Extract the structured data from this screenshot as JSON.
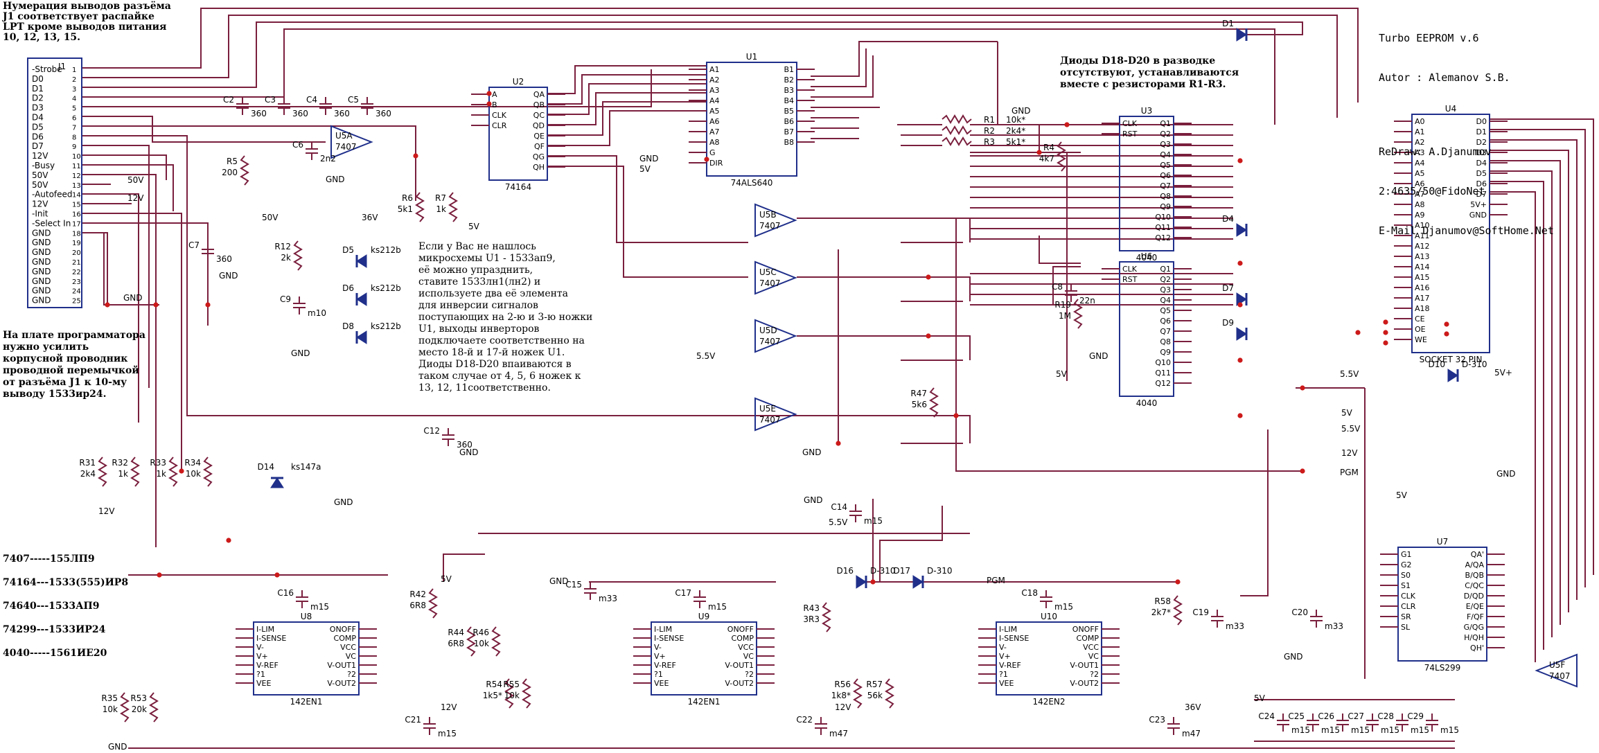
{
  "header": {
    "title": "Turbo EEPROM v.6",
    "author": "Autor : Alemanov S.B.",
    "redraw": "ReDraw: A.Djanumov",
    "fidonet": "2:4635/50@FidoNet",
    "email": "E-Mail Djanumov@SoftHome.Net"
  },
  "notes": {
    "pin_numbering": "Нумерация выводов разъёма\nJ1 соответствует распайке\nLPT кроме выводов питания\n10, 12, 13, 15.",
    "diodes_absent": "Диоды D18-D20 в разводке\nотсутствуют, устанавливаются\nвместе с резисторами R1-R3.",
    "board_wire": "На плате программатора\nнужно усилить\nкорпусной проводник\nпроводной перемычкой\nот разъёма J1 к 10-му\nвыводу 1533ир24.",
    "simplify": "Если у Вас не нашлось\nмикросхемы U1 - 1533ап9,\nеё можно упразднить,\nставите 1533лн1(лн2) и\nиспользуете два её элемента\nдля инверсии сигналов\nпоступающих на 2-ю и 3-ю ножки\nU1, выходы инверторов\nподключаете соответственно на\nместо 18-й и 17-й ножек U1.\nДиоды D18-D20 впаиваются в\nтаком случае от 4, 5, 6 ножек к\n13, 12, 11соответственно.",
    "equivalents": [
      "7407-----155ЛП9",
      "74164---1533(555)ИР8",
      "74640---1533АП9",
      "74299---1533ИР24",
      "4040-----1561ИЕ20"
    ]
  },
  "connector": {
    "ref": "J1",
    "pins": [
      "-Strobe",
      "D0",
      "D1",
      "D2",
      "D3",
      "D4",
      "D5",
      "D6",
      "D7",
      "12V",
      "-Busy",
      "50V",
      "50V",
      "-Autofeed",
      "12V",
      "-Init",
      "-Select In",
      "GND",
      "GND",
      "GND",
      "GND",
      "GND",
      "GND",
      "GND",
      "GND"
    ]
  },
  "chips": {
    "u2": {
      "ref": "U2",
      "type": "74164",
      "left": [
        "A",
        "B",
        "CLK",
        "CLR"
      ],
      "right": [
        "QA",
        "QB",
        "QC",
        "QD",
        "QE",
        "QF",
        "QG",
        "QH"
      ]
    },
    "u1": {
      "ref": "U1",
      "type": "74ALS640",
      "left": [
        "A1",
        "A2",
        "A3",
        "A4",
        "A5",
        "A6",
        "A7",
        "A8",
        "G",
        "DIR"
      ],
      "right": [
        "B1",
        "B2",
        "B3",
        "B4",
        "B5",
        "B6",
        "B7",
        "B8"
      ]
    },
    "u3": {
      "ref": "U3",
      "type": "4040",
      "left": [
        "CLK",
        "RST"
      ],
      "right": [
        "Q1",
        "Q2",
        "Q3",
        "Q4",
        "Q5",
        "Q6",
        "Q7",
        "Q8",
        "Q9",
        "Q10",
        "Q11",
        "Q12"
      ]
    },
    "u6": {
      "ref": "U6",
      "type": "4040",
      "left": [
        "CLK",
        "RST"
      ],
      "right": [
        "Q1",
        "Q2",
        "Q3",
        "Q4",
        "Q5",
        "Q6",
        "Q7",
        "Q8",
        "Q9",
        "Q10",
        "Q11",
        "Q12"
      ]
    },
    "u4": {
      "ref": "U4",
      "type": "SOCKET 32 PIN",
      "left": [
        "A0",
        "A1",
        "A2",
        "A3",
        "A4",
        "A5",
        "A6",
        "A7",
        "A8",
        "A9",
        "A10",
        "A11",
        "A12",
        "A13",
        "A14",
        "A15",
        "A16",
        "A17",
        "A18",
        "CE",
        "OE",
        "WE"
      ],
      "right": [
        "D0",
        "D1",
        "D2",
        "D3",
        "D4",
        "D5",
        "D6",
        "D7",
        "5V+",
        "GND"
      ]
    },
    "u7": {
      "ref": "U7",
      "type": "74LS299",
      "left": [
        "G1",
        "G2",
        "S0",
        "S1",
        "CLK",
        "CLR",
        "SR",
        "SL"
      ],
      "right": [
        "QA'",
        "A/QA",
        "B/QB",
        "C/QC",
        "D/QD",
        "E/QE",
        "F/QF",
        "G/QG",
        "H/QH",
        "QH'"
      ]
    },
    "u8": {
      "ref": "U8",
      "type": "142EN1",
      "left": [
        "I-LIM",
        "I-SENSE",
        "V-",
        "V+",
        "V-REF",
        "?1",
        "VEE"
      ],
      "right": [
        "ONOFF",
        "COMP",
        "VCC",
        "VC",
        "V-OUT1",
        "?2",
        "V-OUT2"
      ]
    },
    "u9": {
      "ref": "U9",
      "type": "142EN1",
      "left": [
        "I-LIM",
        "I-SENSE",
        "V-",
        "V+",
        "V-REF",
        "?1",
        "VEE"
      ],
      "right": [
        "ONOFF",
        "COMP",
        "VCC",
        "VC",
        "V-OUT1",
        "?2",
        "V-OUT2"
      ]
    },
    "u10": {
      "ref": "U10",
      "type": "142EN2",
      "left": [
        "I-LIM",
        "I-SENSE",
        "V-",
        "V+",
        "V-REF",
        "?1",
        "VEE"
      ],
      "right": [
        "ONOFF",
        "COMP",
        "VCC",
        "VC",
        "V-OUT1",
        "?2",
        "V-OUT2"
      ]
    }
  },
  "buffers": [
    {
      "ref": "U5A",
      "type": "7407"
    },
    {
      "ref": "U5B",
      "type": "7407"
    },
    {
      "ref": "U5C",
      "type": "7407"
    },
    {
      "ref": "U5D",
      "type": "7407"
    },
    {
      "ref": "U5E",
      "type": "7407"
    },
    {
      "ref": "U5F",
      "type": "7407"
    }
  ],
  "resistors": [
    {
      "ref": "R1",
      "value": "10k*"
    },
    {
      "ref": "R2",
      "value": "2k4*"
    },
    {
      "ref": "R3",
      "value": "5k1*"
    },
    {
      "ref": "R4",
      "value": "4k7"
    },
    {
      "ref": "R5",
      "value": "200"
    },
    {
      "ref": "R6",
      "value": "5k1"
    },
    {
      "ref": "R7",
      "value": "1k"
    },
    {
      "ref": "R12",
      "value": "2k"
    },
    {
      "ref": "R19",
      "value": "1M"
    },
    {
      "ref": "R31",
      "value": "2k4"
    },
    {
      "ref": "R32",
      "value": "1k"
    },
    {
      "ref": "R33",
      "value": "1k"
    },
    {
      "ref": "R34",
      "value": "10k"
    },
    {
      "ref": "R35",
      "value": "10k"
    },
    {
      "ref": "R53",
      "value": "20k"
    },
    {
      "ref": "R54",
      "value": "1k5*"
    },
    {
      "ref": "R55",
      "value": "10k"
    },
    {
      "ref": "R56",
      "value": "1k8*"
    },
    {
      "ref": "R57",
      "value": "56k"
    },
    {
      "ref": "R58",
      "value": "2k7*"
    },
    {
      "ref": "R42",
      "value": "6R8"
    },
    {
      "ref": "R43",
      "value": "3R3"
    },
    {
      "ref": "R44",
      "value": "6R8"
    },
    {
      "ref": "R46",
      "value": "10k"
    },
    {
      "ref": "R47",
      "value": "5k6"
    }
  ],
  "capacitors": [
    {
      "ref": "C2",
      "value": "360"
    },
    {
      "ref": "C3",
      "value": "360"
    },
    {
      "ref": "C4",
      "value": "360"
    },
    {
      "ref": "C5",
      "value": "360"
    },
    {
      "ref": "C6",
      "value": "2n2"
    },
    {
      "ref": "C7",
      "value": "360"
    },
    {
      "ref": "C8",
      "value": "22n"
    },
    {
      "ref": "C9",
      "value": "m10"
    },
    {
      "ref": "C12",
      "value": "360"
    },
    {
      "ref": "C14",
      "value": "m15"
    },
    {
      "ref": "C15",
      "value": "m33"
    },
    {
      "ref": "C16",
      "value": "m15"
    },
    {
      "ref": "C17",
      "value": "m15"
    },
    {
      "ref": "C18",
      "value": "m15"
    },
    {
      "ref": "C19",
      "value": "m33"
    },
    {
      "ref": "C20",
      "value": "m33"
    },
    {
      "ref": "C21",
      "value": "m15"
    },
    {
      "ref": "C22",
      "value": "m47"
    },
    {
      "ref": "C23",
      "value": "m47"
    },
    {
      "ref": "C24",
      "value": "m15"
    },
    {
      "ref": "C25",
      "value": "m15"
    },
    {
      "ref": "C26",
      "value": "m15"
    },
    {
      "ref": "C27",
      "value": "m15"
    },
    {
      "ref": "C28",
      "value": "m15"
    },
    {
      "ref": "C29",
      "value": "m15"
    }
  ],
  "diodes": [
    {
      "ref": "D1"
    },
    {
      "ref": "D4"
    },
    {
      "ref": "D7"
    },
    {
      "ref": "D9"
    },
    {
      "ref": "D5",
      "type": "ks212b"
    },
    {
      "ref": "D6",
      "type": "ks212b"
    },
    {
      "ref": "D8",
      "type": "ks212b"
    },
    {
      "ref": "D14",
      "type": "ks147a"
    },
    {
      "ref": "D10",
      "type": "D-310"
    },
    {
      "ref": "D16",
      "type": "D-310"
    },
    {
      "ref": "D17",
      "type": "D-310"
    }
  ],
  "nets": {
    "gnd": "GND",
    "v5": "5V",
    "v55": "5.5V",
    "v12": "12V",
    "v50": "50V",
    "v36": "36V",
    "pgm": "PGM",
    "v5plus": "5V+"
  },
  "colors": {
    "wire": "#7a1f3d",
    "component": "#1f2f8a",
    "dot": "#cc1a1a",
    "text": "#000000"
  }
}
